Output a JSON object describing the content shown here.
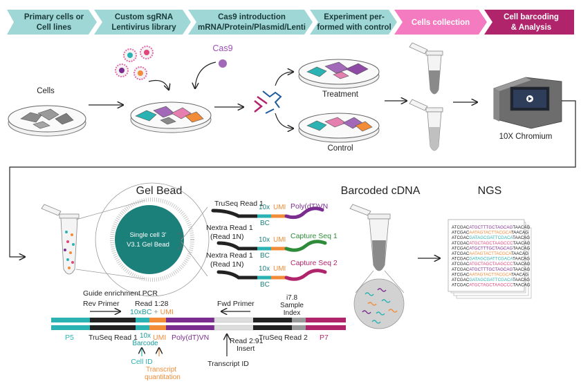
{
  "steps": [
    {
      "line1": "Primary cells or",
      "line2": "Cell lines"
    },
    {
      "line1": "Custom sgRNA",
      "line2": "Lentivirus library"
    },
    {
      "line1": "Cas9 introduction",
      "line2": "mRNA/Protein/Plasmid/Lenti"
    },
    {
      "line1": "Experiment per-",
      "line2": "formed with control"
    },
    {
      "line1": "Cells collection",
      "line2": ""
    },
    {
      "line1": "Cell barcoding",
      "line2": "& Analysis"
    }
  ],
  "workflow": {
    "cells_label": "Cells",
    "cas9_label": "Cas9",
    "treatment_label": "Treatment",
    "control_label": "Control",
    "instrument_label": "10X Chromium"
  },
  "sections": {
    "gel_bead_title": "Gel Bead",
    "barcoded_cdna_title": "Barcoded cDNA",
    "ngs_title": "NGS",
    "bead_label_1": "Single cell 3'",
    "bead_label_2": "V3.1 Gel Bead"
  },
  "oligos": [
    {
      "read_1": "TruSeq Read 1",
      "read_2": "",
      "bc": "10x",
      "bc2": "BC",
      "umi": "UMI",
      "capture": "Poly(dT)VN"
    },
    {
      "read_1": "Nextra Read 1",
      "read_2": "(Read 1N)",
      "bc": "10x",
      "bc2": "BC",
      "umi": "UMI",
      "capture": "Capture Seq 1"
    },
    {
      "read_1": "Nextra Read 1",
      "read_2": "(Read 1N)",
      "bc": "10x",
      "bc2": "BC",
      "umi": "UMI",
      "capture": "Capture Seq 2"
    }
  ],
  "ngs_reads": [
    [
      "ATCGAC",
      "ATGCTTTGCTAGCAG",
      "TAACAG"
    ],
    [
      "ATCGAC",
      "AATAGTACTTACGCA",
      "TAACAG"
    ],
    [
      "ATCGAC",
      "GATAGCGATTCGACA",
      "TAACAG"
    ],
    [
      "ATCGAC",
      "ATGCTAGCTAAGCCC",
      "TAACAG"
    ],
    [
      "ATCGAC",
      "ATGCTTTGCTAGCAG",
      "TAACAG"
    ],
    [
      "ATCGAC",
      "AATAGTACTTACGCA",
      "TAACAG"
    ],
    [
      "ATCGAC",
      "GATAGCGATTCGACA",
      "TAACAG"
    ],
    [
      "ATCGAC",
      "ATGCTAGCTAAGCCC",
      "TAACAG"
    ],
    [
      "ATCGAC",
      "ATGCTTTGCTAGCAG",
      "TAACAG"
    ],
    [
      "ATCGAC",
      "AATAGTACTTACGCA",
      "TAACAG"
    ],
    [
      "ATCGAC",
      "GATAGCGATTCGACA",
      "TAACAG"
    ],
    [
      "ATCGAC",
      "ATGCTAGCTAAGCCC",
      "TAACAG"
    ]
  ],
  "library": {
    "guide_pcr": "Guide enrichment PCR",
    "rev_primer": "Rev Primer",
    "read1_length": "Read 1:28",
    "bc_label": "10xBC",
    "plus": "+",
    "umi_label": "UMI",
    "fwd_primer": "Fwd Primer",
    "i7_line1": "i7.8",
    "i7_line2": "Sample",
    "i7_line3": "Index",
    "p5": "P5",
    "truseq_read1": "TruSeq Read 1",
    "barcode_line1": "10x",
    "barcode_line2": "Barcode",
    "umi_bottom": "UMI",
    "polydt": "Poly(dT)VN",
    "read2_line1": "Read 2:91",
    "read2_line2": "Insert",
    "truseq_read2": "TruSeq Read 2",
    "p7": "P7",
    "cell_id": "Cell ID",
    "transcript_id": "Transcript ID",
    "quant_line1": "Transcript",
    "quant_line2": "quantitation"
  },
  "colors": {
    "banner_teal": "#9fd6d6",
    "banner_pink": "#f47bbf",
    "banner_magenta": "#b0246b",
    "teal": "#2bb3b3",
    "bead": "#1b7f7a",
    "orange": "#f28c38",
    "purple": "#7b2d8f",
    "green": "#2e8b3a",
    "magenta": "#b0246b"
  }
}
